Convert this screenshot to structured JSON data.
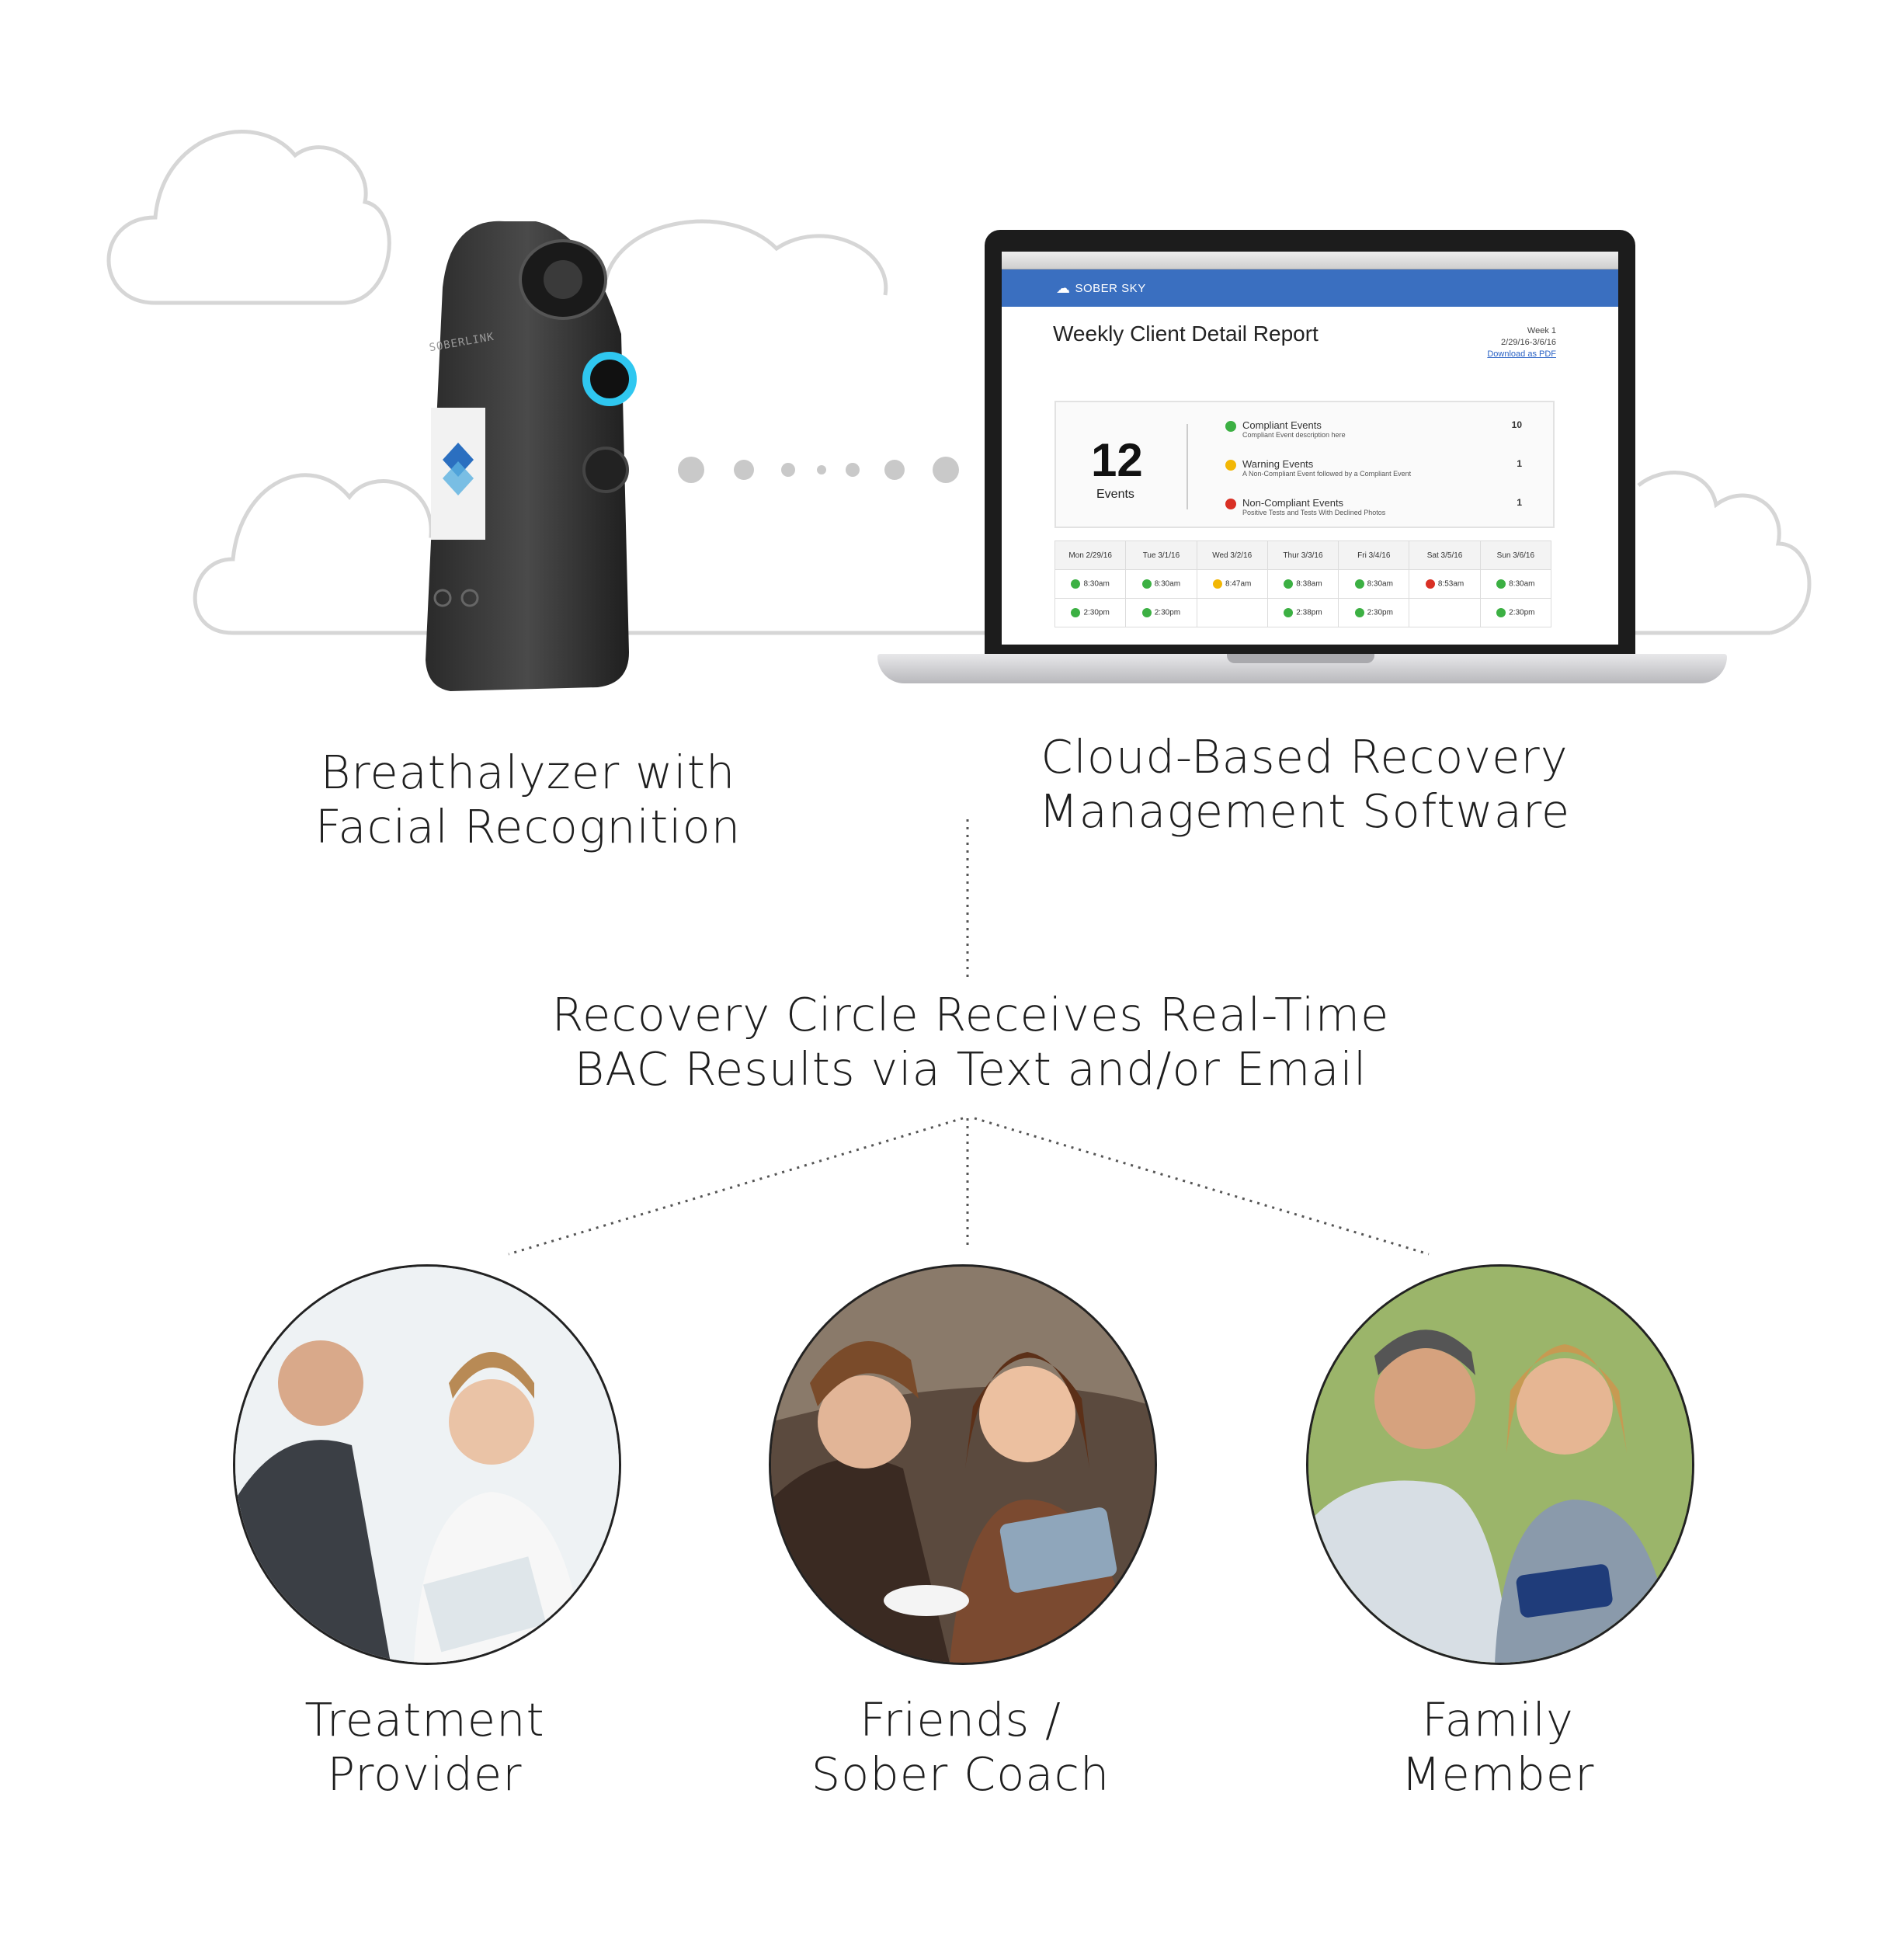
{
  "device": {
    "caption_line1": "Breathalyzer with",
    "caption_line2": "Facial Recognition",
    "brand_text": "SOBERLINK"
  },
  "software": {
    "caption_line1": "Cloud-Based Recovery",
    "caption_line2": "Management Software",
    "app_brand": "SOBER SKY",
    "report_title": "Weekly Client Detail Report",
    "week_label": "Week 1",
    "week_range": "2/29/16-3/6/16",
    "download_link": "Download as PDF",
    "total_events": "12",
    "total_events_label": "Events",
    "events": [
      {
        "label": "Compliant Events",
        "desc": "Compliant Event description here",
        "count": "10",
        "color": "#3cb043"
      },
      {
        "label": "Warning Events",
        "desc": "A Non-Compliant Event followed by a Compliant Event",
        "count": "1",
        "color": "#f2b705"
      },
      {
        "label": "Non-Compliant Events",
        "desc": "Positive Tests and Tests With Declined Photos",
        "count": "1",
        "color": "#d93025"
      }
    ],
    "days": [
      "Mon 2/29/16",
      "Tue 3/1/16",
      "Wed 3/2/16",
      "Thur 3/3/16",
      "Fri 3/4/16",
      "Sat 3/5/16",
      "Sun 3/6/16"
    ],
    "row1": [
      "8:30am",
      "8:30am",
      "8:47am",
      "8:38am",
      "8:30am",
      "8:53am",
      "8:30am"
    ],
    "row1_status": [
      "ok",
      "ok",
      "warn",
      "ok",
      "ok",
      "bad",
      "ok"
    ],
    "row2": [
      "2:30pm",
      "2:30pm",
      "",
      "2:38pm",
      "2:30pm",
      "",
      "2:30pm"
    ],
    "row2_status": [
      "ok",
      "ok",
      "",
      "ok",
      "ok",
      "",
      "ok"
    ]
  },
  "recovery_circle": {
    "line1": "Recovery Circle Receives Real-Time",
    "line2": "BAC Results via Text and/or Email"
  },
  "recipients": [
    {
      "line1": "Treatment",
      "line2": "Provider"
    },
    {
      "line1": "Friends /",
      "line2": "Sober Coach"
    },
    {
      "line1": "Family",
      "line2": "Member"
    }
  ],
  "colors": {
    "accent_blue": "#3a6fc0",
    "device_ring": "#2fc7f0",
    "cloud_outline": "#d4d4d4",
    "connector_dots": "#c8c8c8"
  }
}
